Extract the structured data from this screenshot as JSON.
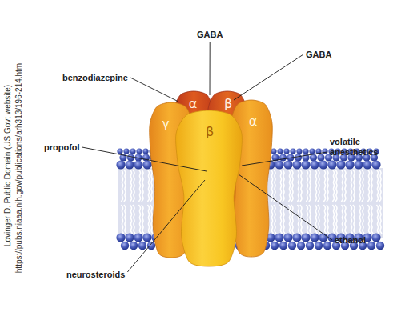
{
  "diagram": {
    "nodes": [
      {
        "text": [
          "γ"
        ]
      },
      {
        "text": [
          "α"
        ]
      },
      {
        "text": [
          "β"
        ]
      },
      {
        "text": [
          "β"
        ]
      },
      {
        "text": [
          "α"
        ]
      }
    ],
    "labels": [
      "GABA",
      "GABA",
      "benzodiazepine",
      "propofol",
      "volatile anesthetics",
      "ethanol",
      "neurosteroids",
      "Lovinger D. Public Domain (US Govt website)",
      "https://pubs.niaaa.nih.gov/publications/arh313/196-214.htm"
    ]
  }
}
